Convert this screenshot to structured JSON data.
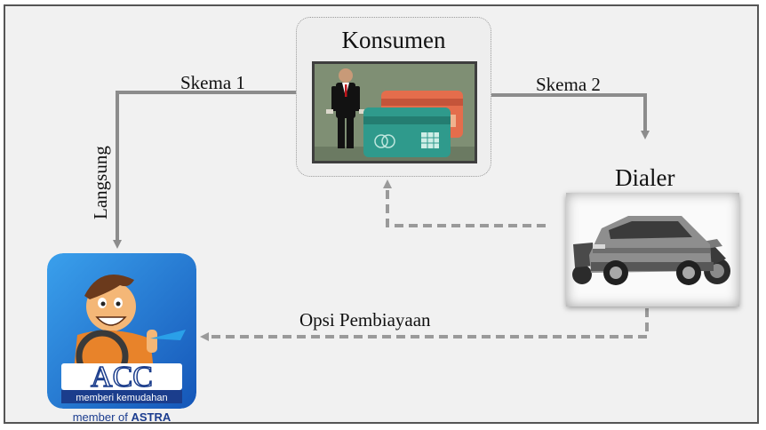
{
  "nodes": {
    "konsumen": "Konsumen",
    "dialer": "Dialer",
    "acc_logo_text": "ACC",
    "acc_tagline": "memberi kemudahan",
    "acc_member_prefix": "member of",
    "acc_member_brand": "ASTRA"
  },
  "edges": {
    "skema1": "Skema 1",
    "skema2": "Skema 2",
    "langsung": "Langsung",
    "opsi": "Opsi Pembiayaan"
  },
  "colors": {
    "arrow_solid": "#8c8c8c",
    "arrow_dashed": "#9a9a9a",
    "acc_blue": "#1e6fd0",
    "card_green": "#2f9a8c",
    "card_orange": "#e46d4c",
    "photo_bg": "#7f8f74"
  },
  "icons": [
    "businessman-icon",
    "credit-card-icon",
    "car-icon",
    "motorcycle-icon",
    "acc-mascot-icon"
  ]
}
